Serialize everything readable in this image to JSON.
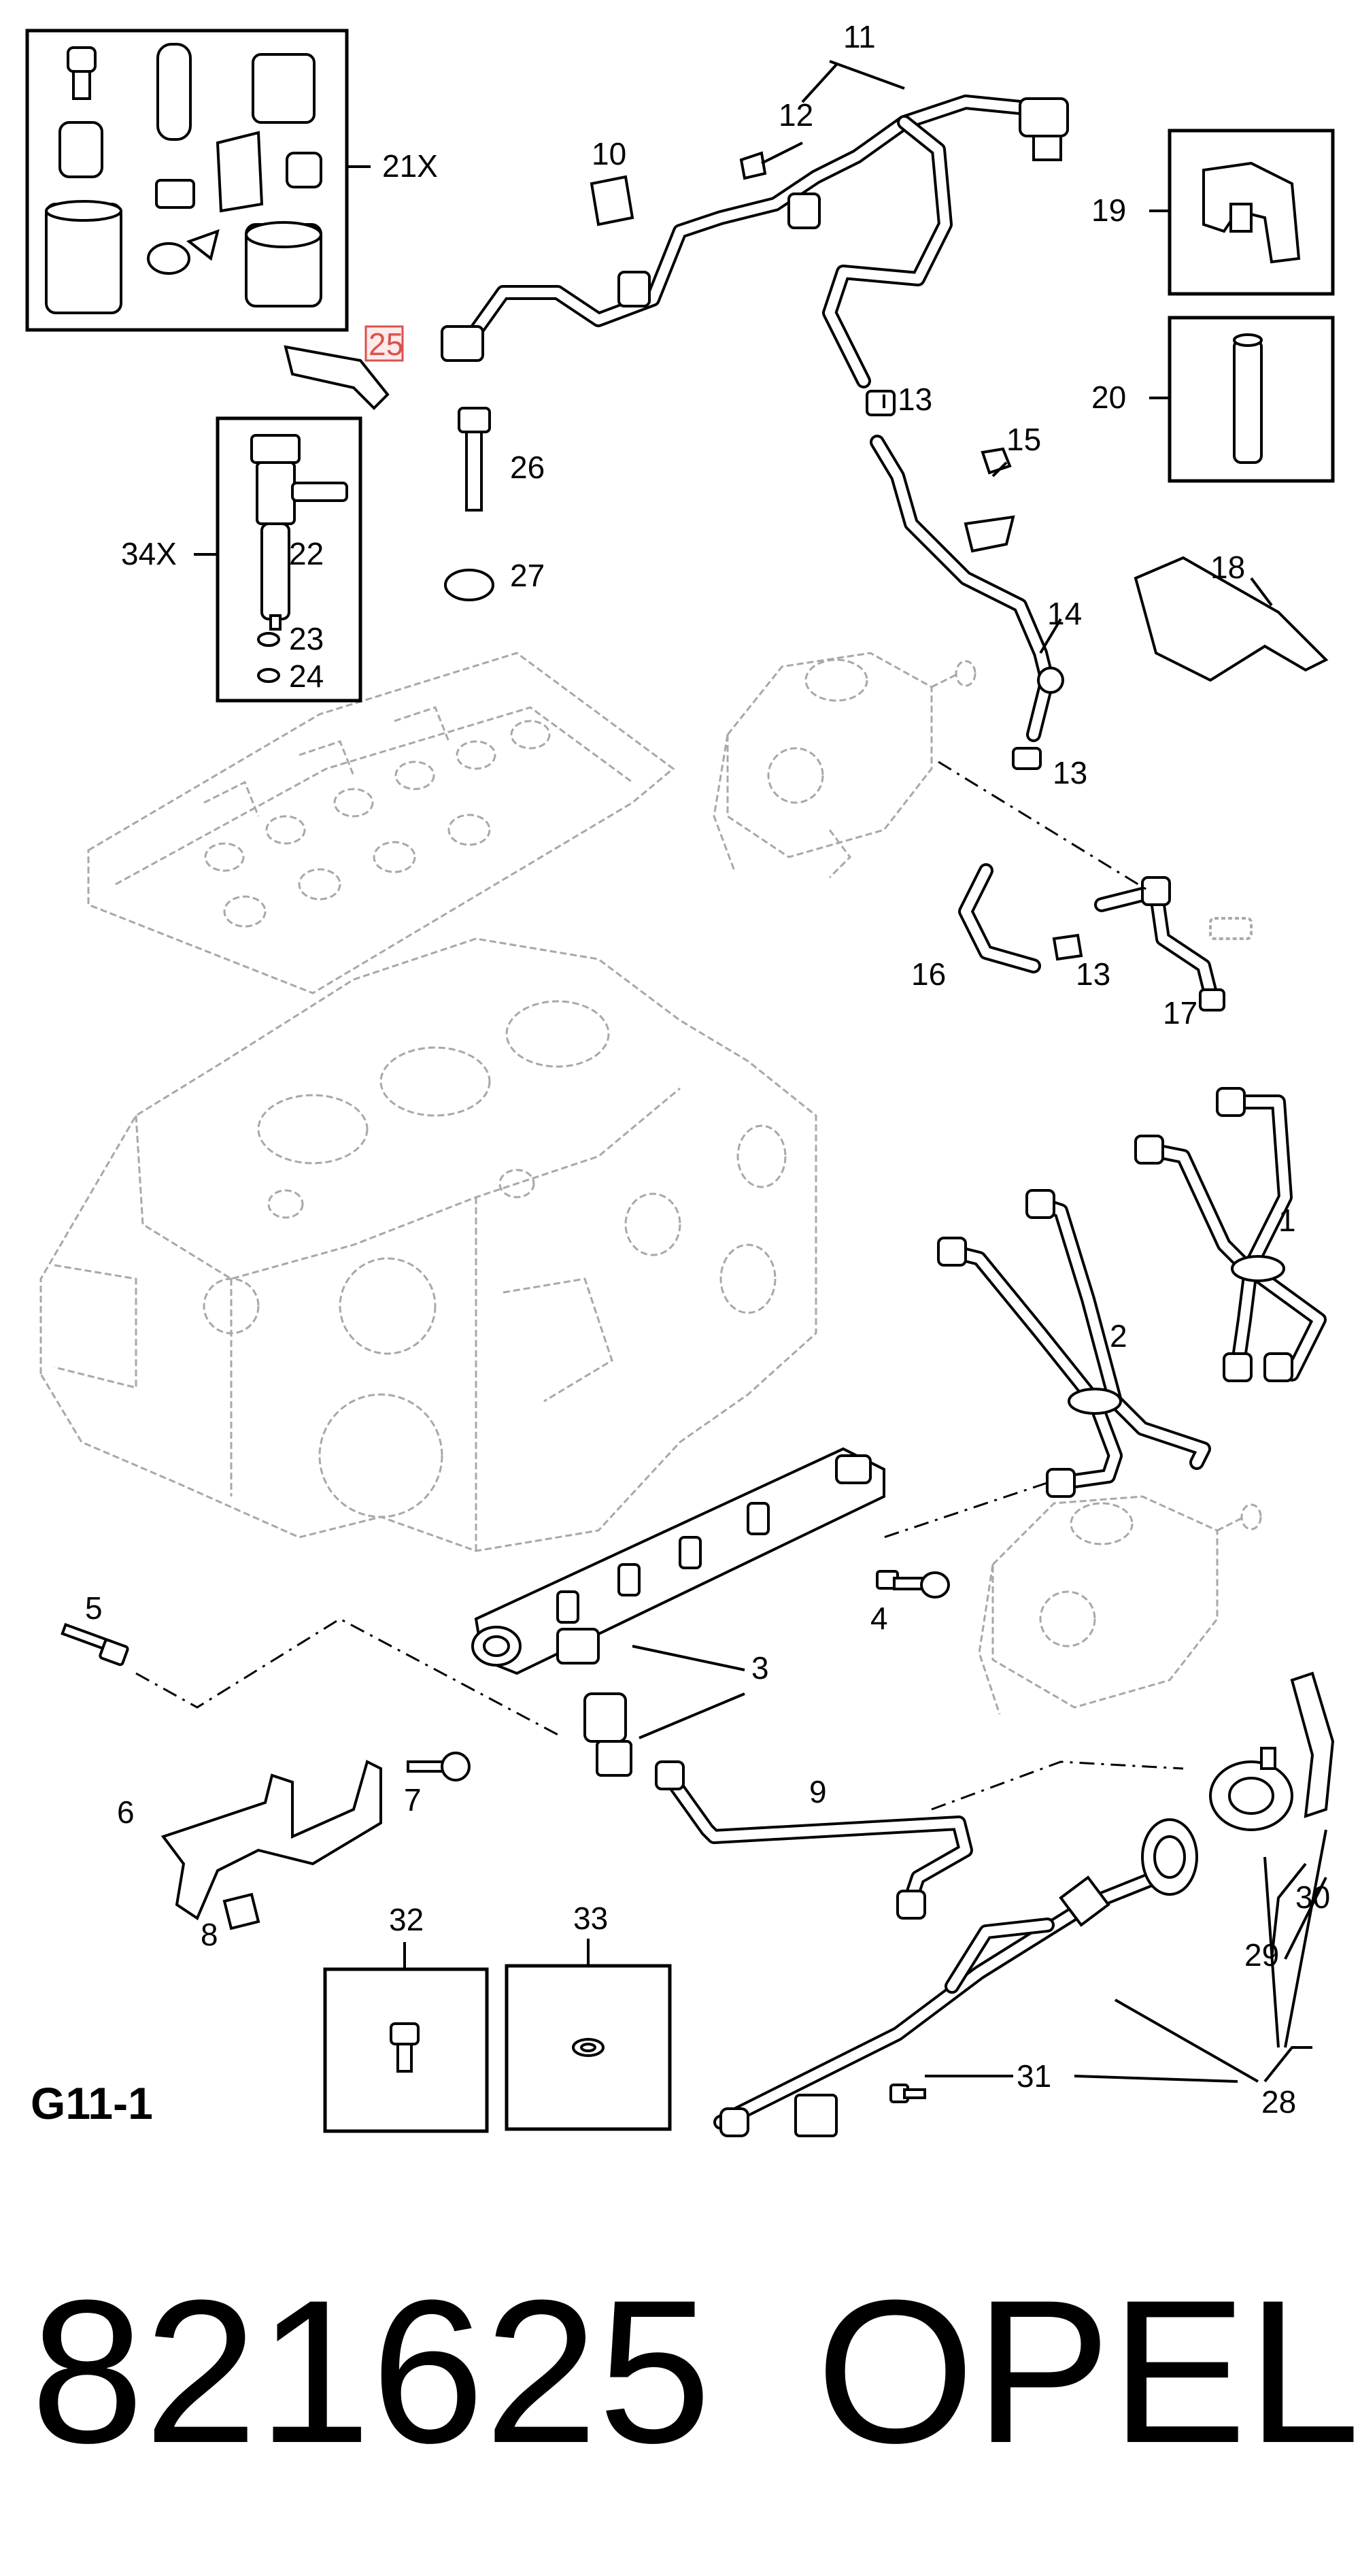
{
  "diagram": {
    "code": "G11-1",
    "footer_number": "821625",
    "footer_brand": "OPEL",
    "callouts": [
      {
        "id": "1",
        "text": "1"
      },
      {
        "id": "2",
        "text": "2"
      },
      {
        "id": "3",
        "text": "3"
      },
      {
        "id": "4",
        "text": "4"
      },
      {
        "id": "5",
        "text": "5"
      },
      {
        "id": "6",
        "text": "6"
      },
      {
        "id": "7",
        "text": "7"
      },
      {
        "id": "8",
        "text": "8"
      },
      {
        "id": "9",
        "text": "9"
      },
      {
        "id": "10",
        "text": "10"
      },
      {
        "id": "11",
        "text": "11"
      },
      {
        "id": "12",
        "text": "12"
      },
      {
        "id": "13a",
        "text": "13"
      },
      {
        "id": "13b",
        "text": "13"
      },
      {
        "id": "13c",
        "text": "13"
      },
      {
        "id": "14",
        "text": "14"
      },
      {
        "id": "15",
        "text": "15"
      },
      {
        "id": "16",
        "text": "16"
      },
      {
        "id": "17",
        "text": "17"
      },
      {
        "id": "18",
        "text": "18"
      },
      {
        "id": "19",
        "text": "19"
      },
      {
        "id": "20",
        "text": "20"
      },
      {
        "id": "21X",
        "text": "21X"
      },
      {
        "id": "22",
        "text": "22"
      },
      {
        "id": "23",
        "text": "23"
      },
      {
        "id": "24",
        "text": "24"
      },
      {
        "id": "25",
        "text": "25"
      },
      {
        "id": "26",
        "text": "26"
      },
      {
        "id": "27",
        "text": "27"
      },
      {
        "id": "28",
        "text": "28"
      },
      {
        "id": "29",
        "text": "29"
      },
      {
        "id": "30",
        "text": "30"
      },
      {
        "id": "31",
        "text": "31"
      },
      {
        "id": "32",
        "text": "32"
      },
      {
        "id": "33",
        "text": "33"
      },
      {
        "id": "34X",
        "text": "34X"
      }
    ],
    "highlight_color": "#d9534f"
  }
}
